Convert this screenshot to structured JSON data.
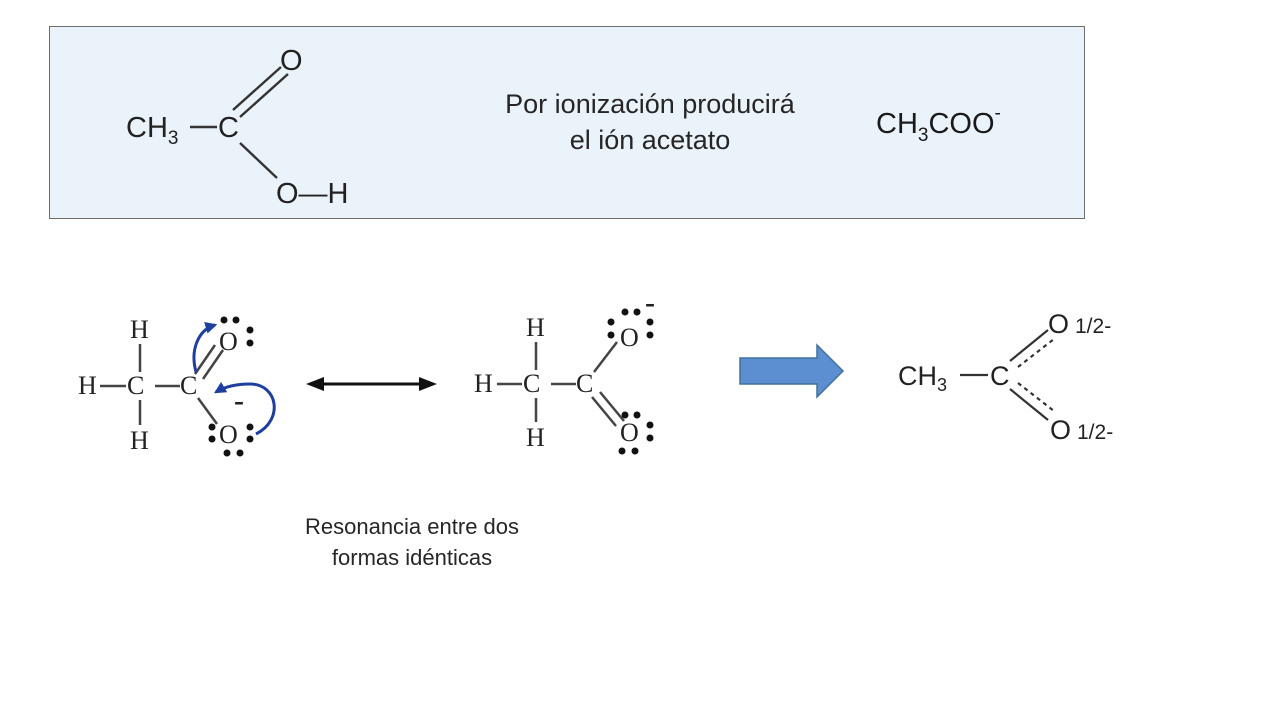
{
  "acetic_acid": {
    "atoms": {
      "ch3": "CH",
      "ch3_sub": "3",
      "carbon": "C",
      "oxygen_double": "O",
      "hydroxyl": "O—H"
    }
  },
  "caption_top": {
    "line1": "Por ionización producirá",
    "line2": "el ión acetato"
  },
  "formula": {
    "main": "CH",
    "sub": "3",
    "rest": "COO",
    "charge": "-"
  },
  "lewis_left": {
    "h_top": "H",
    "h_left": "H",
    "h_bottom": "H",
    "carbon1": "C",
    "carbon2": "C",
    "o_top": "O",
    "o_bottom": "O",
    "charge": "-"
  },
  "lewis_right": {
    "h_top": "H",
    "h_left": "H",
    "h_bottom": "H",
    "carbon1": "C",
    "carbon2": "C",
    "o_top": "O",
    "o_bottom": "O",
    "charge": "-"
  },
  "hybrid": {
    "ch3": "CH",
    "ch3_sub": "3",
    "carbon": "C",
    "o_top": "O",
    "o_top_charge": "1/2-",
    "o_bottom": "O",
    "o_bottom_charge": "1/2-"
  },
  "caption_resonance": {
    "line1": "Resonancia entre dos",
    "line2": "formas idénticas"
  },
  "colors": {
    "box_fill": "#eaf2fa",
    "box_border": "#6d6d6d",
    "curved_arrow": "#1f3f9e",
    "charge_red": "#e0303a",
    "block_arrow_fill": "#5b8fd1",
    "block_arrow_stroke": "#41719c"
  }
}
